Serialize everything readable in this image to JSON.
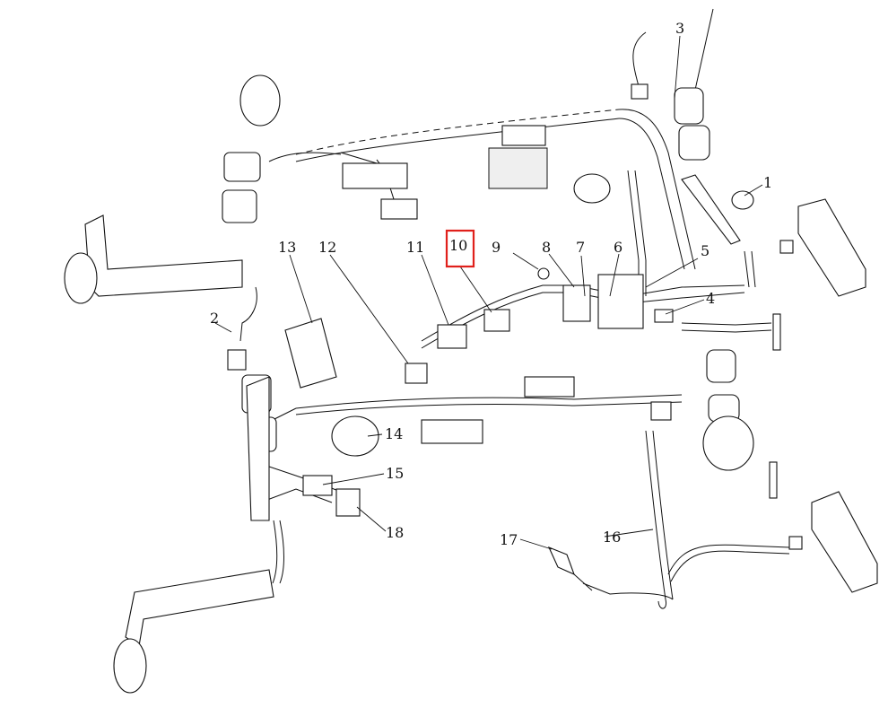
{
  "diagram": {
    "highlight": {
      "label": "10",
      "color": "#e0201b"
    },
    "callouts": [
      {
        "id": "c1",
        "label": "1"
      },
      {
        "id": "c2",
        "label": "2"
      },
      {
        "id": "c3",
        "label": "3"
      },
      {
        "id": "c4",
        "label": "4"
      },
      {
        "id": "c5",
        "label": "5"
      },
      {
        "id": "c6",
        "label": "6"
      },
      {
        "id": "c7",
        "label": "7"
      },
      {
        "id": "c8",
        "label": "8"
      },
      {
        "id": "c9",
        "label": "9"
      },
      {
        "id": "c10",
        "label": "10"
      },
      {
        "id": "c11",
        "label": "11"
      },
      {
        "id": "c12",
        "label": "12"
      },
      {
        "id": "c13",
        "label": "13"
      },
      {
        "id": "c14",
        "label": "14"
      },
      {
        "id": "c15",
        "label": "15"
      },
      {
        "id": "c16",
        "label": "16"
      },
      {
        "id": "c17",
        "label": "17"
      },
      {
        "id": "c18",
        "label": "18"
      }
    ]
  }
}
